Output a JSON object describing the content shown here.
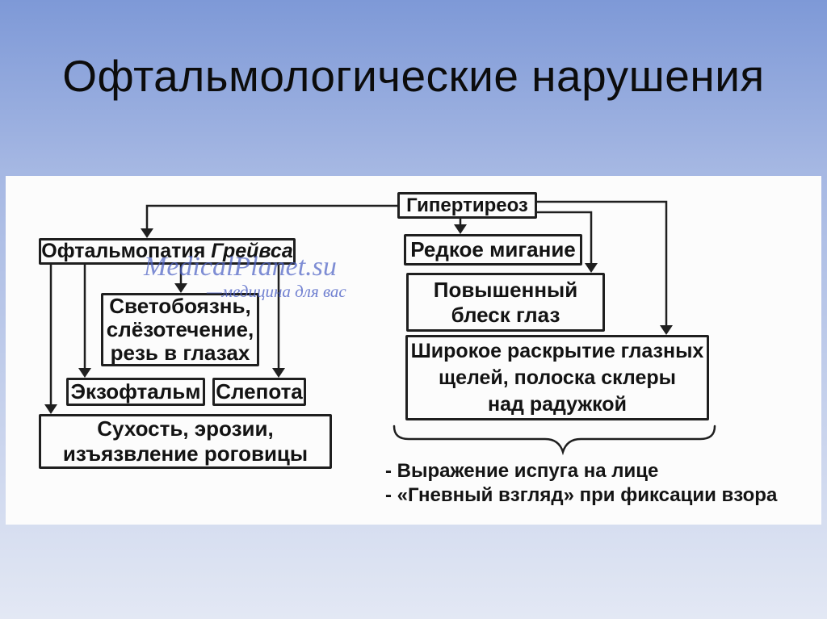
{
  "slide": {
    "title": "Офтальмологические нарушения"
  },
  "watermark": {
    "line1": "MedicalPlanet.su",
    "line2": "—медицина для вас"
  },
  "diagram": {
    "nodes": {
      "hyperthyroidism": "Гипертиреоз",
      "graves_prefix": "Офтальмопатия ",
      "graves_italic": "Грейвса",
      "rare_blinking": "Редкое мигание",
      "eye_shine": "Повышенный\nблеск глаз",
      "photophobia": "Светобоязнь,\nслёзотечение,\nрезь в глазах",
      "exophthalmos": "Экзофтальм",
      "blindness": "Слепота",
      "wide_fissures": "Широкое раскрытие глазных\nщелей, полоска склеры\nнад радужкой",
      "cornea": "Сухость, эрозии,\nизъязвление роговицы"
    },
    "notes": [
      "- Выражение испуга на лице",
      "- «Гневный взгляд» при фиксации взора"
    ]
  },
  "colors": {
    "background_top": "#7e99d7",
    "background_bottom": "#e3e8f4",
    "panel": "#fcfcfc",
    "ink": "#1f1f1f",
    "watermark_blue": "#4d62c5"
  }
}
